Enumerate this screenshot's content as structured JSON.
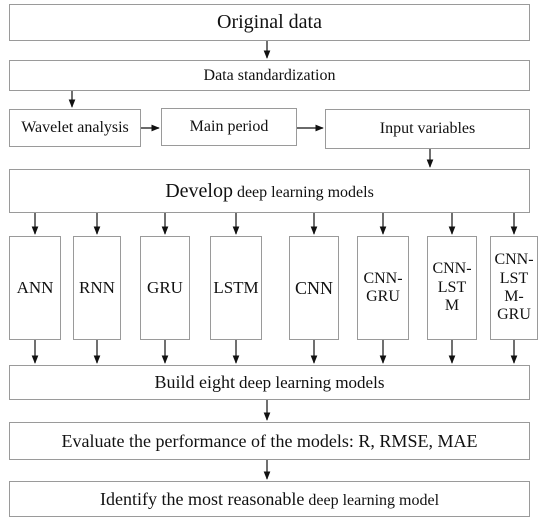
{
  "steps": {
    "original": "Original data",
    "standardization": "Data standardization",
    "wavelet": "Wavelet analysis",
    "main_period": "Main period",
    "input_variables": "Input variables",
    "develop_prefix": "Develop",
    "develop_suffix": "deep learning models",
    "build_prefix": "Build eight",
    "build_suffix": "deep learning models",
    "evaluate": "Evaluate the performance of the models: R, RMSE, MAE",
    "identify_prefix": "Identify the most reasonable",
    "identify_suffix": "deep learning model"
  },
  "models": [
    "ANN",
    "RNN",
    "GRU",
    "LSTM",
    "CNN",
    "CNN-\nGRU",
    "CNN-\nLST\nM",
    "CNN-\nLST\nM-\nGRU"
  ],
  "colors": {
    "border": "#9a9a9a",
    "arrow": "#111111",
    "text": "#111111",
    "background": "#ffffff"
  }
}
